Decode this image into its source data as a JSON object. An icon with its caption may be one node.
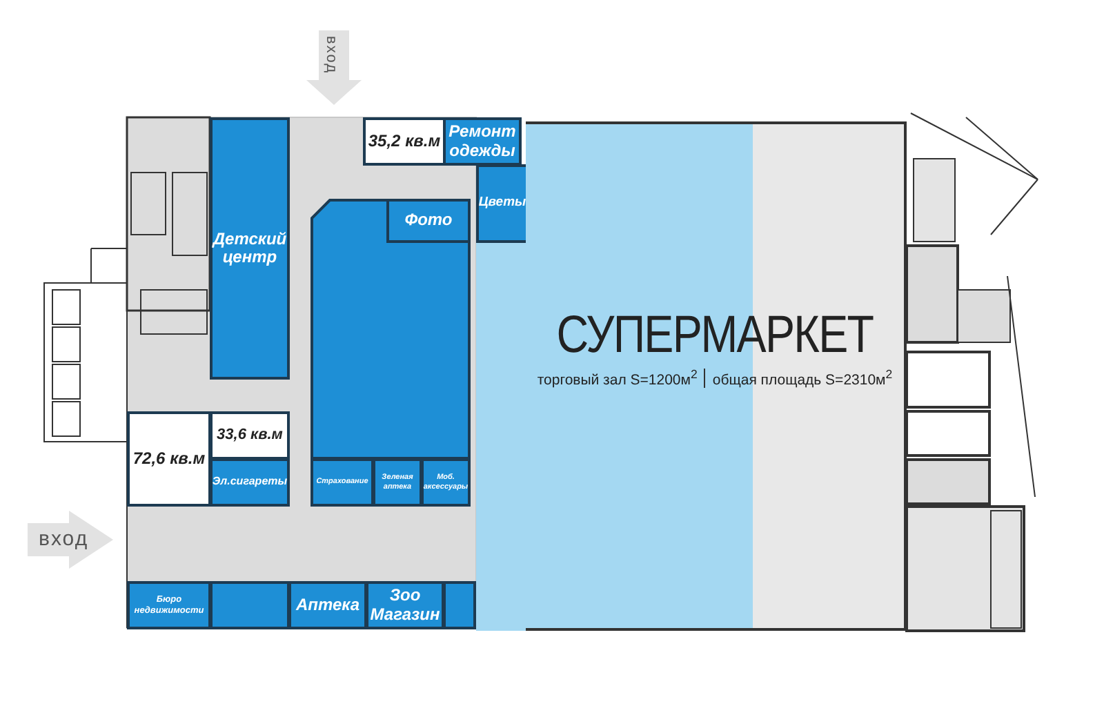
{
  "diagram": {
    "nodes": [
      {
        "text": [
          "Детский центр"
        ]
      },
      {
        "text": [
          "35,2 кв.м"
        ]
      },
      {
        "text": [
          "Ремонт одежды"
        ]
      },
      {
        "text": [],
        "shape": "box"
      },
      {
        "text": [
          "Фото"
        ],
        "in": 3
      },
      {
        "text": [
          "Цветы"
        ]
      },
      {
        "text": [
          "СУПЕРМАРКЕТ",
          "торговый зал S=1200м$^{2}$",
          "общая площадь S=2310м$^{2}$"
        ]
      },
      {
        "text": [
          "72,6 кв.м"
        ]
      },
      {
        "text": [
          "33,6 кв.м"
        ]
      },
      {
        "text": [
          "Эл.сигареты"
        ]
      },
      {
        "text": [
          "Страхование"
        ]
      },
      {
        "text": [
          "Зеленая аптека"
        ]
      },
      {
        "text": [
          "Моб. аксессуары"
        ]
      },
      {
        "text": [
          "Бюро недвижимости"
        ]
      },
      {
        "text": [],
        "shape": "box"
      },
      {
        "text": [
          "Аптека"
        ]
      },
      {
        "text": [
          "Зоо Магазин"
        ]
      },
      {
        "text": [],
        "shape": "box"
      }
    ],
    "labels": [
      "вход",
      "вход"
    ]
  }
}
